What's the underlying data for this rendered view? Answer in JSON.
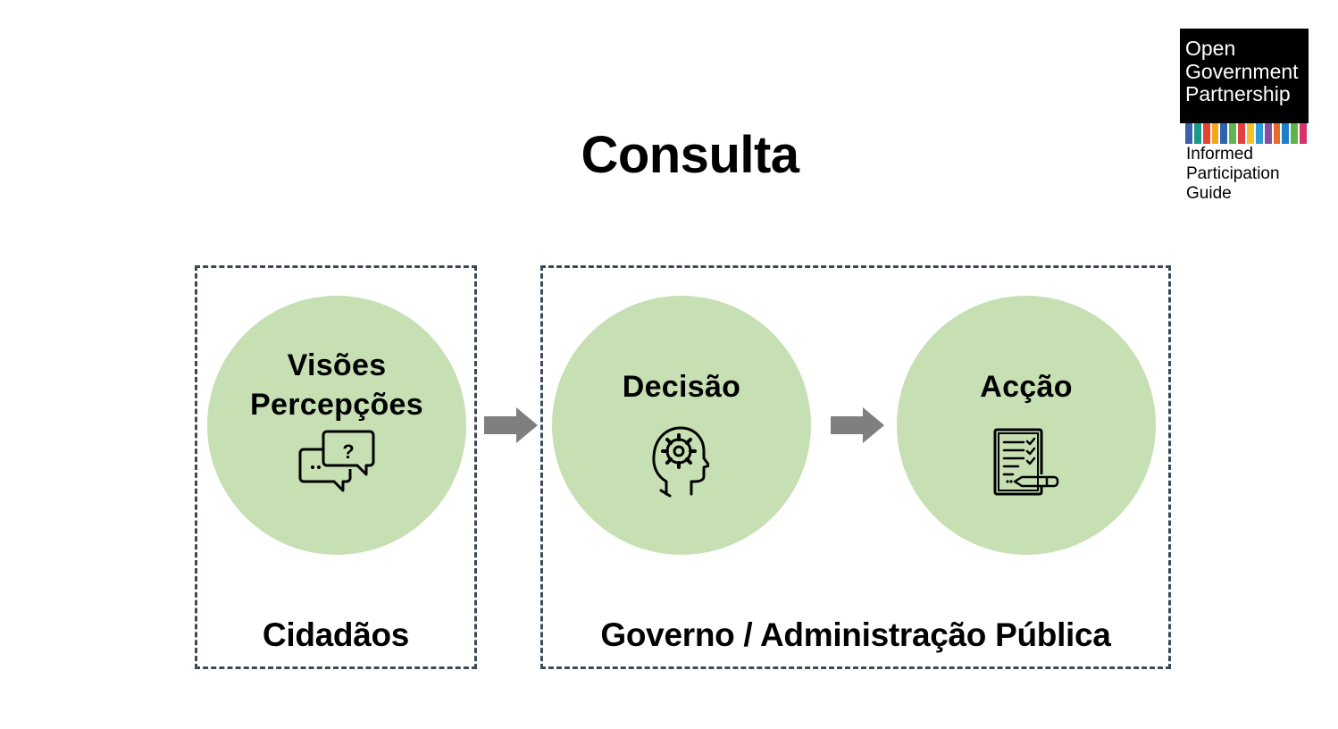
{
  "title": "Consulta",
  "logo": {
    "lines": [
      "Open",
      "Government",
      "Partnership"
    ],
    "subtitle": [
      "Informed",
      "Participation",
      "Guide"
    ],
    "stripe_colors": [
      "#3b5fa8",
      "#1b9a8c",
      "#e8422f",
      "#f3a71f",
      "#2c63b0",
      "#5cb84f",
      "#e24040",
      "#f5c12e",
      "#2e9bd6",
      "#8a4ca0",
      "#e56c2c",
      "#1e7ec8",
      "#60b34b",
      "#d9326b"
    ]
  },
  "groups": {
    "citizens": {
      "label": "Cidadãos"
    },
    "government": {
      "label": "Governo / Administração Pública"
    }
  },
  "nodes": [
    {
      "lines": [
        "Visões",
        "Percepções"
      ],
      "icon": "speech-bubbles-icon"
    },
    {
      "lines": [
        "Decisão"
      ],
      "icon": "head-gear-icon"
    },
    {
      "lines": [
        "Acção"
      ],
      "icon": "checklist-pencil-icon"
    }
  ],
  "colors": {
    "circle": "#c6e0b4",
    "arrow": "#7f7f7f",
    "border": "#3d4a55"
  }
}
